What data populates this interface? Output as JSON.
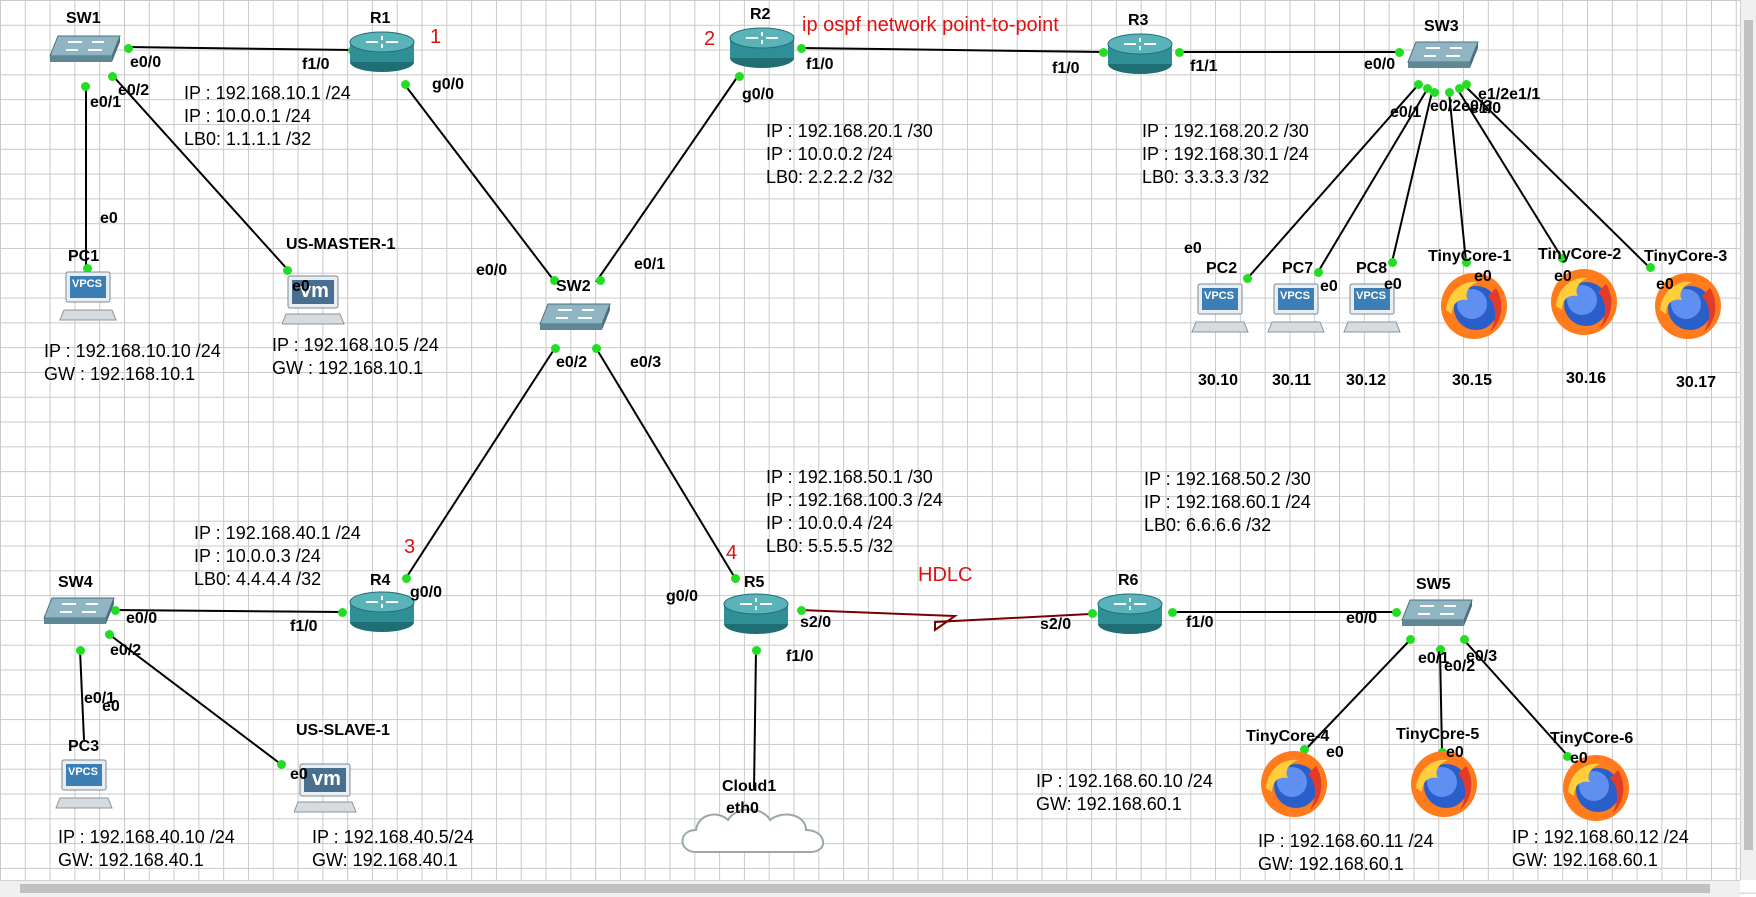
{
  "devices": {
    "sw1": "SW1",
    "sw2": "SW2",
    "sw3": "SW3",
    "sw4": "SW4",
    "sw5": "SW5",
    "r1": "R1",
    "r2": "R2",
    "r3": "R3",
    "r4": "R4",
    "r5": "R5",
    "r6": "R6",
    "pc1": "PC1",
    "pc2": "PC2",
    "pc3": "PC3",
    "pc7": "PC7",
    "pc8": "PC8",
    "us_master": "US-MASTER-1",
    "us_slave": "US-SLAVE-1",
    "tc1": "TinyCore-1",
    "tc2": "TinyCore-2",
    "tc3": "TinyCore-3",
    "tc4": "TinyCore-4",
    "tc5": "TinyCore-5",
    "tc6": "TinyCore-6",
    "cloud1": "Cloud1",
    "cloud_port": "eth0",
    "vpcs_badge": "VPCS",
    "vm_badge": "vm"
  },
  "ports": {
    "sw1_e00": "e0/0",
    "sw1_e02": "e0/2",
    "sw1_e01": "e0/1",
    "pc1_e0": "e0",
    "usm_e0": "e0",
    "r1_f10": "f1/0",
    "r1_g00": "g0/0",
    "r2_f10": "f1/0",
    "r2_g00": "g0/0",
    "r3_f10": "f1/0",
    "r3_f11": "f1/1",
    "sw3_e00": "e0/0",
    "sw3_e01": "e0/1",
    "sw3_mix": "e0/2e0/3",
    "sw3_e12": "e1/2e1/1",
    "sw3_e10": "e1/0",
    "pc2_e0": "e0",
    "pc7_e0": "e0",
    "pc8_e0": "e0",
    "tc1_e0": "e0",
    "tc2_e0": "e0",
    "tc3_e0": "e0",
    "sw2_e00": "e0/0",
    "sw2_e01": "e0/1",
    "sw2_e02": "e0/2",
    "sw2_e03": "e0/3",
    "sw4_e00": "e0/0",
    "sw4_e02": "e0/2",
    "sw4_e01": "e0/1",
    "pc3_e0": "e0",
    "uss_e0": "e0",
    "r4_f10": "f1/0",
    "r4_g00": "g0/0",
    "r5_g00": "g0/0",
    "r5_s20": "s2/0",
    "r5_f10": "f1/0",
    "r6_s20": "s2/0",
    "r6_f10": "f1/0",
    "sw5_e00": "e0/0",
    "sw5_e01": "e0/1",
    "sw5_e02": "e0/2",
    "sw5_e03": "e0/3",
    "tc4_e0": "e0",
    "tc5_e0": "e0",
    "tc6_e0": "e0"
  },
  "notes": {
    "r1_ip1": "IP : 192.168.10.1 /24",
    "r1_ip2": "IP : 10.0.0.1 /24",
    "r1_lb": "LB0: 1.1.1.1 /32",
    "r2_ip1": "IP : 192.168.20.1 /30",
    "r2_ip2": "IP : 10.0.0.2 /24",
    "r2_lb": "LB0: 2.2.2.2 /32",
    "r3_ip1": "IP : 192.168.20.2 /30",
    "r3_ip2": "IP : 192.168.30.1 /24",
    "r3_lb": "LB0: 3.3.3.3 /32",
    "r4_ip1": "IP : 192.168.40.1 /24",
    "r4_ip2": "IP : 10.0.0.3 /24",
    "r4_lb": "LB0: 4.4.4.4 /32",
    "r5_ip1": "IP : 192.168.50.1 /30",
    "r5_ip2": "IP : 192.168.100.3 /24",
    "r5_ip3": "IP : 10.0.0.4 /24",
    "r5_lb": "LB0: 5.5.5.5 /32",
    "r6_ip1": "IP : 192.168.50.2 /30",
    "r6_ip2": "IP : 192.168.60.1 /24",
    "r6_lb": "LB0: 6.6.6.6 /32",
    "pc1_ip": "IP : 192.168.10.10 /24",
    "pc1_gw": "GW : 192.168.10.1",
    "usm_ip": "IP : 192.168.10.5 /24",
    "usm_gw": "GW : 192.168.10.1",
    "pc3_ip": "IP : 192.168.40.10 /24",
    "pc3_gw": "GW: 192.168.40.1",
    "uss_ip": "IP : 192.168.40.5/24",
    "uss_gw": "GW: 192.168.40.1",
    "tc4_ip": "IP : 192.168.60.10 /24",
    "tc4_gw": "GW: 192.168.60.1",
    "tc5_ip": "IP : 192.168.60.11 /24",
    "tc5_gw": "GW: 192.168.60.1",
    "tc6_ip": "IP : 192.168.60.12 /24",
    "tc6_gw": "GW: 192.168.60.1",
    "pc2_host": "30.10",
    "pc7_host": "30.11",
    "pc8_host": "30.12",
    "tc1_host": "30.15",
    "tc2_host": "30.16",
    "tc3_host": "30.17"
  },
  "red_labels": {
    "n1": "1",
    "n2": "2",
    "n3": "3",
    "n4": "4",
    "ospf": "ip ospf network point-to-point",
    "hdlc": "HDLC"
  },
  "colors": {
    "link": "#000000",
    "serial": "#7a0000",
    "port_dot": "#22dd22",
    "router_body": "#2f8f96",
    "switch_body": "#7fa3b0",
    "annotation": "#d11111"
  }
}
